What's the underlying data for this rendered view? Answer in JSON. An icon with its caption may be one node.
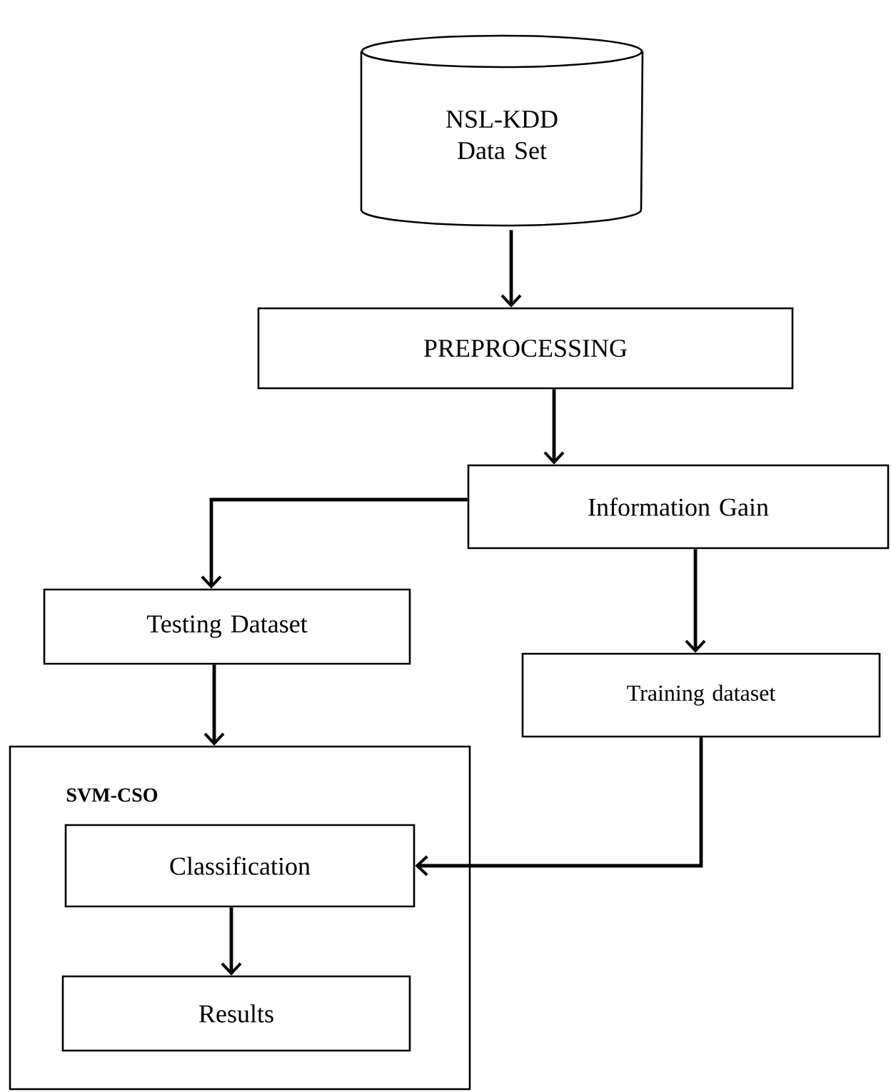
{
  "diagram": {
    "nodes": [
      {
        "text": [
          "NSL-KDD Data Set"
        ]
      },
      {
        "text": [
          "PREPROCESSING"
        ]
      },
      {
        "text": [
          "Information Gain"
        ]
      },
      {
        "text": [
          "Testing Dataset"
        ]
      },
      {
        "text": [
          "Training dataset"
        ]
      },
      {
        "text": [
          "SVM-CSO"
        ]
      },
      {
        "text": [
          "Classification"
        ],
        "in": 5
      },
      {
        "text": [
          "Results"
        ],
        "in": 5
      }
    ],
    "edges": [
      {
        "from": 0,
        "to": 1,
        "arrow": "to"
      },
      {
        "from": 1,
        "to": 2,
        "arrow": "to"
      },
      {
        "from": 2,
        "to": 3,
        "arrow": "to"
      },
      {
        "from": 2,
        "to": 4,
        "arrow": "to"
      },
      {
        "from": 3,
        "to": 5,
        "arrow": "to"
      },
      {
        "from": 4,
        "to": 6,
        "arrow": "to"
      },
      {
        "from": 6,
        "to": 7,
        "arrow": "to"
      }
    ]
  }
}
